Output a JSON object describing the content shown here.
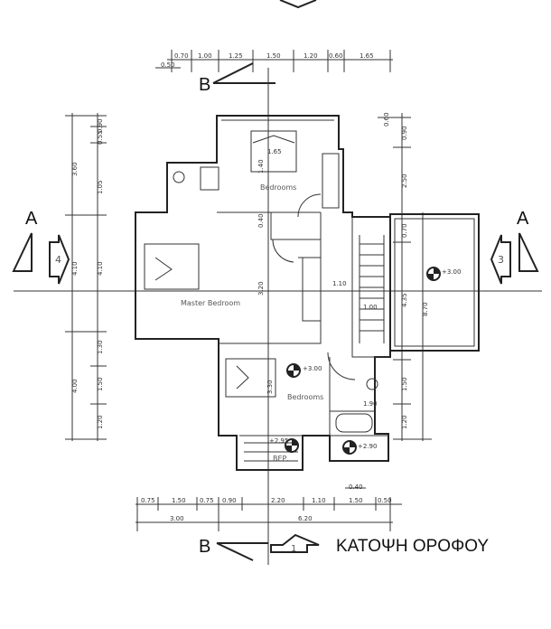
{
  "title": "ΚΑΤΟΨΗ ΟΡΟΦΟΥ",
  "section_labels": {
    "a_left": "A",
    "a_right": "A",
    "b_top": "B",
    "b_bottom": "B"
  },
  "view_arrows": {
    "left": "4",
    "right": "3",
    "bottom": "1"
  },
  "rooms": {
    "bedroom_top": "Bedrooms",
    "master": "Master Bedroom",
    "bedroom_bottom": "Bedrooms",
    "veranda": "ΒΕΡ."
  },
  "levels": [
    "+3.00",
    "+3.00",
    "+2.95",
    "+2.90"
  ],
  "dims_top": [
    "0.70",
    "1.00",
    "1.25",
    "1.50",
    "1.20",
    "0.60",
    "1.65"
  ],
  "dims_top_extra": "0.50",
  "dims_left_outer": [
    "3.60",
    "4.10",
    "4.00"
  ],
  "dims_left_inner": [
    "0.90",
    "0.55",
    "1.05",
    "4.10",
    "1.30",
    "1.50",
    "1.20"
  ],
  "dims_right": [
    "0.60",
    "0.90",
    "2.50",
    "0.70",
    "4.35",
    "8.70",
    "1.50",
    "1.20"
  ],
  "dims_bottom": [
    "0.75",
    "1.50",
    "0.75",
    "0.90",
    "2.20",
    "1.10",
    "1.50",
    "0.50"
  ],
  "dims_bottom_total": [
    "3.00",
    "6.20"
  ],
  "dims_bottom_extra": "0.40",
  "dims_inner": [
    "1.65",
    "1.40",
    "0.40",
    "3.20",
    "1.10",
    "1.00",
    "3.30",
    "1.90"
  ]
}
